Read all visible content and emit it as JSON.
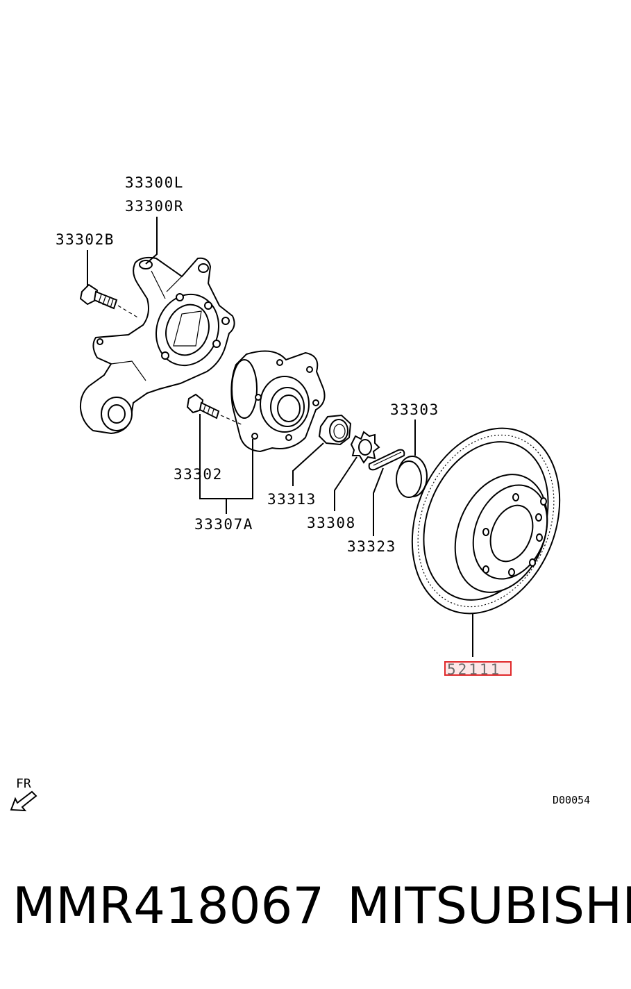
{
  "diagram": {
    "labels": {
      "knuckle_left": "33300L",
      "knuckle_right": "33300R",
      "bolt_b": "33302B",
      "stud_bolt": "33302",
      "hub_assy": "33307A",
      "nut": "33313",
      "lock_cap": "33308",
      "cotter_pin": "33323",
      "hub_cap": "33303",
      "brake_disc": "52111"
    },
    "direction_marker": "FR",
    "drawing_code": "D00054",
    "highlight_color": "#e0282a"
  },
  "footer": {
    "part_number": "MMR418067",
    "brand": "MITSUBISHI"
  }
}
